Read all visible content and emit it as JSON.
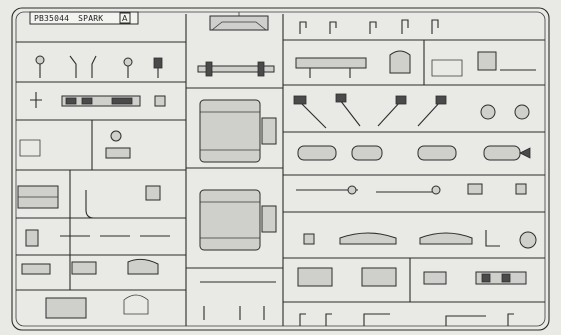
{
  "sheet": {
    "part_number": "PB35044",
    "name": "SPARK",
    "sprue_letter": "A"
  },
  "colors": {
    "paper": "#e9e9e6",
    "ink": "#2c2c2c",
    "part_shade": "#cfcfcb"
  },
  "icons": [
    "sprue-frame",
    "runner-grid",
    "gearbox-part",
    "clamp-part",
    "bracket-part",
    "pin-part"
  ]
}
